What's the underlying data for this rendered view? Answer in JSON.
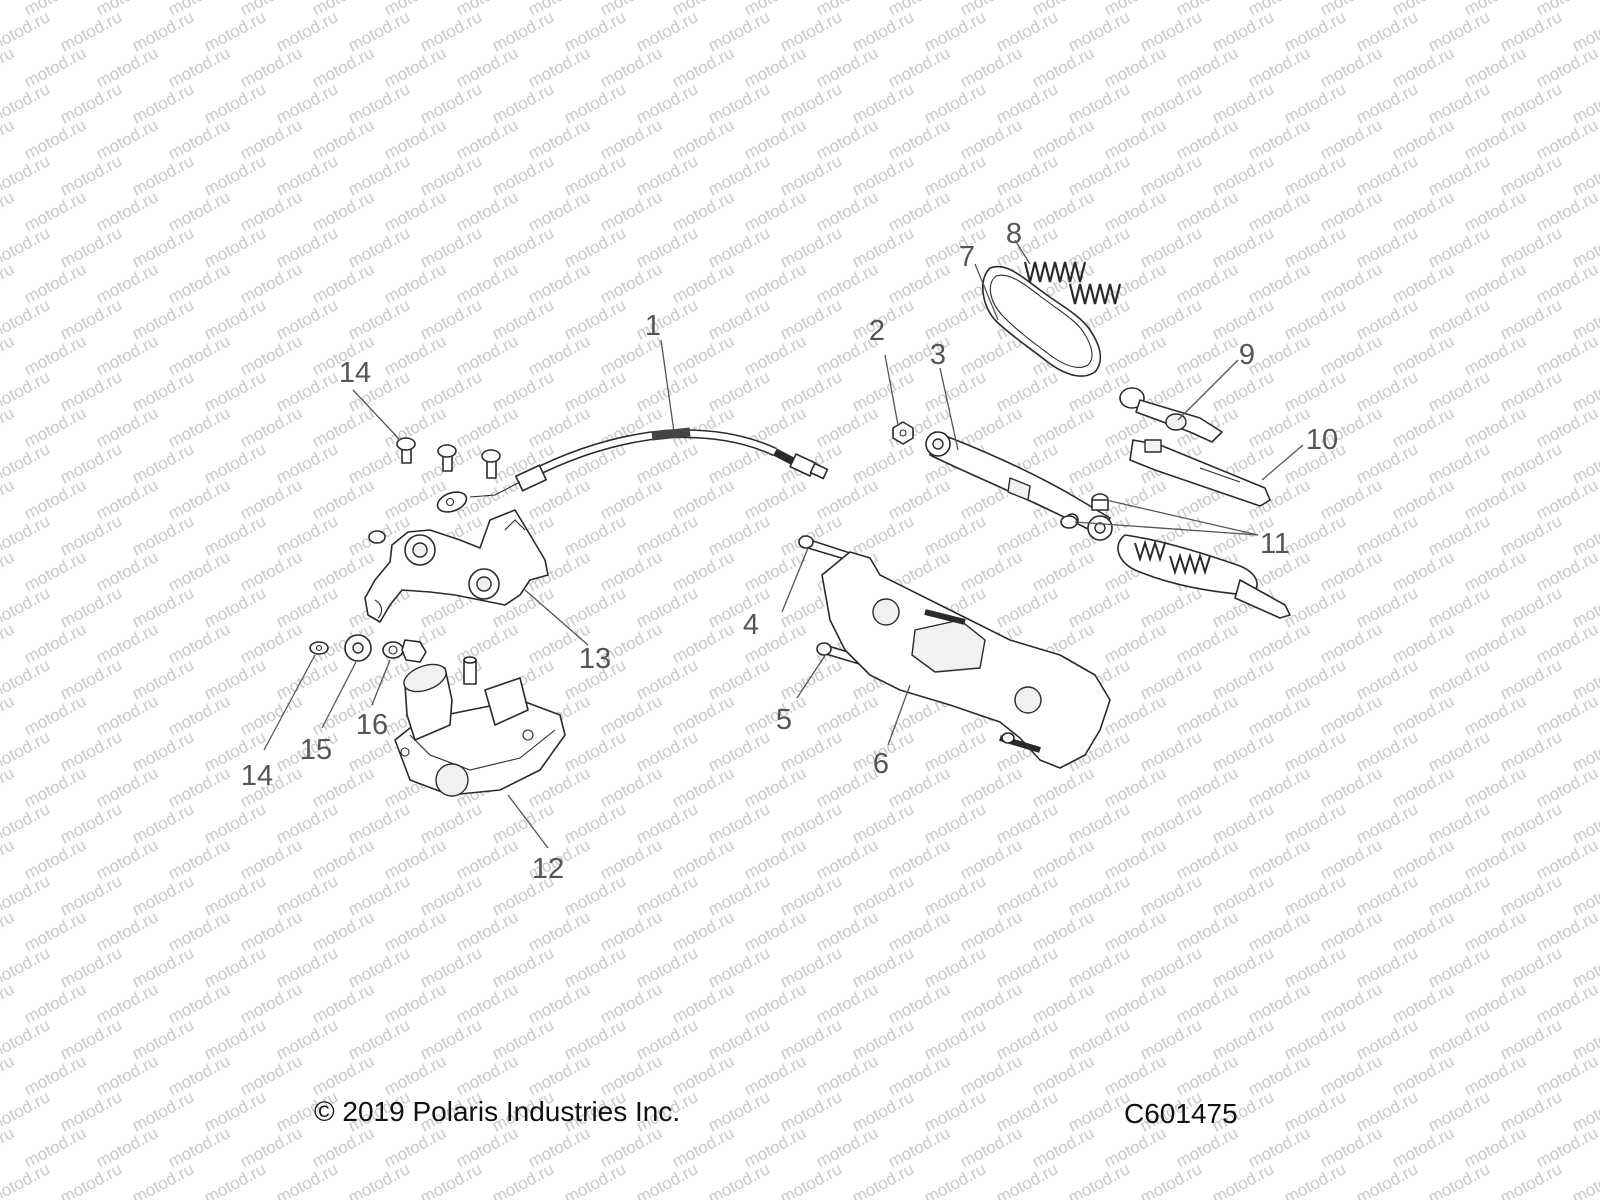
{
  "watermark": {
    "text": "motod.ru",
    "color": "#c8c8c8"
  },
  "callouts": [
    {
      "id": 1,
      "label": "1"
    },
    {
      "id": 2,
      "label": "2"
    },
    {
      "id": 3,
      "label": "3"
    },
    {
      "id": 4,
      "label": "4"
    },
    {
      "id": 5,
      "label": "5"
    },
    {
      "id": 6,
      "label": "6"
    },
    {
      "id": 7,
      "label": "7"
    },
    {
      "id": 8,
      "label": "8"
    },
    {
      "id": 9,
      "label": "9"
    },
    {
      "id": 10,
      "label": "10"
    },
    {
      "id": 11,
      "label": "11"
    },
    {
      "id": 12,
      "label": "12"
    },
    {
      "id": 13,
      "label": "13"
    },
    {
      "id": "14a",
      "label": "14"
    },
    {
      "id": "14b",
      "label": "14"
    },
    {
      "id": 15,
      "label": "15"
    },
    {
      "id": 16,
      "label": "16"
    }
  ],
  "footer": {
    "copyright": "© 2019 Polaris Industries Inc.",
    "drawing_number": "C601475"
  }
}
